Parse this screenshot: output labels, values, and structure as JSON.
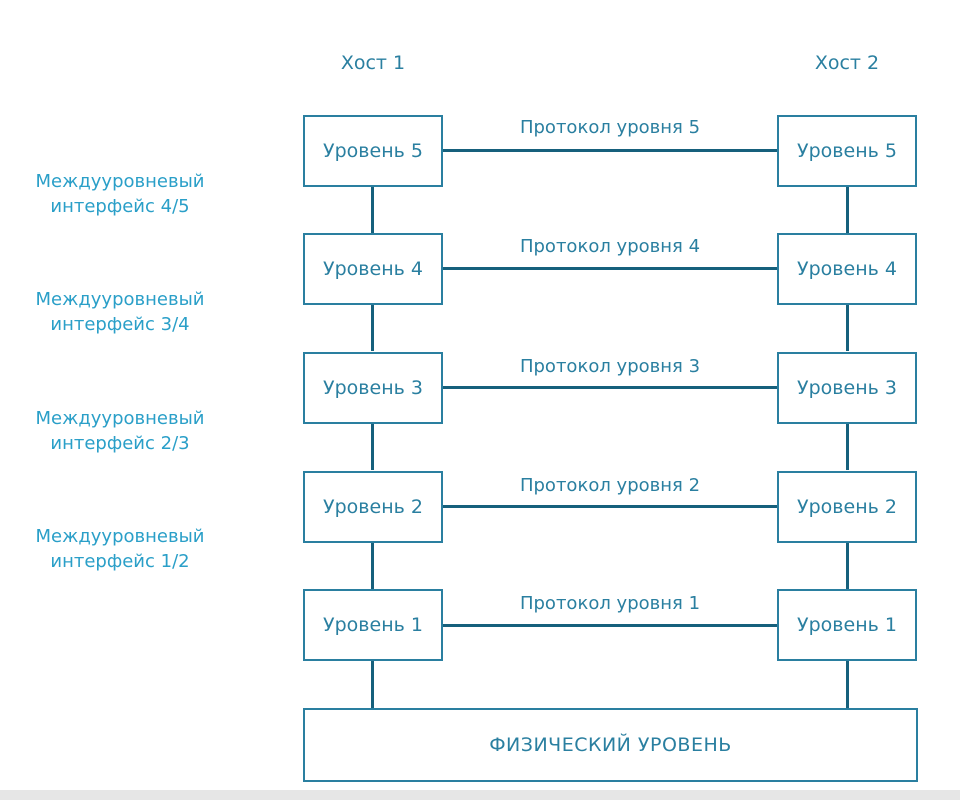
{
  "hosts": {
    "host1": "Хост 1",
    "host2": "Хост 2"
  },
  "layers": {
    "l5": "Уровень 5",
    "l4": "Уровень 4",
    "l3": "Уровень 3",
    "l2": "Уровень 2",
    "l1": "Уровень 1"
  },
  "protocols": {
    "p5": "Протокол уровня 5",
    "p4": "Протокол уровня 4",
    "p3": "Протокол уровня 3",
    "p2": "Протокол уровня 2",
    "p1": "Протокол уровня 1"
  },
  "interfaces": {
    "i45": {
      "line1": "Междууровневый",
      "line2": "интерфейс 4/5"
    },
    "i34": {
      "line1": "Междууровневый",
      "line2": "интерфейс 3/4"
    },
    "i23": {
      "line1": "Междууровневый",
      "line2": "интерфейс 2/3"
    },
    "i12": {
      "line1": "Междууровневый",
      "line2": "интерфейс 1/2"
    }
  },
  "physical": "ФИЗИЧЕСКИЙ УРОВЕНЬ",
  "colors": {
    "text": "#2a7fa0",
    "interface_text": "#2a9fc8",
    "lines": "#16607c"
  }
}
